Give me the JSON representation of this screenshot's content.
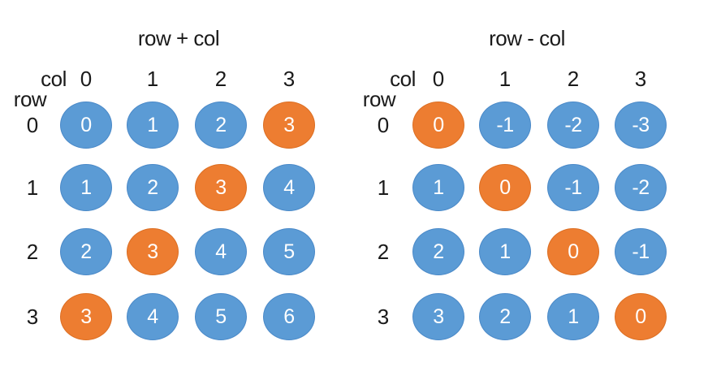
{
  "colors": {
    "background": "#ffffff",
    "label_text": "#1a1a1a",
    "value_text": "#ffffff",
    "circle_blue": "#5B9BD5",
    "circle_blue_edge": "#4a89c8",
    "circle_orange": "#ED7D31",
    "circle_orange_edge": "#dc6e22"
  },
  "grids": [
    {
      "title": "row + col",
      "col_axis_label": "col",
      "row_axis_label": "row",
      "col_headers": [
        "0",
        "1",
        "2",
        "3"
      ],
      "row_headers": [
        "0",
        "1",
        "2",
        "3"
      ],
      "values": [
        [
          "0",
          "1",
          "2",
          "3"
        ],
        [
          "1",
          "2",
          "3",
          "4"
        ],
        [
          "2",
          "3",
          "4",
          "5"
        ],
        [
          "3",
          "4",
          "5",
          "6"
        ]
      ],
      "highlight_col_by_row": [
        3,
        2,
        1,
        0
      ],
      "default_color_name": "blue",
      "highlight_color_name": "orange"
    },
    {
      "title": "row - col",
      "col_axis_label": "col",
      "row_axis_label": "row",
      "col_headers": [
        "0",
        "1",
        "2",
        "3"
      ],
      "row_headers": [
        "0",
        "1",
        "2",
        "3"
      ],
      "values": [
        [
          "0",
          "-1",
          "-2",
          "-3"
        ],
        [
          "1",
          "0",
          "-1",
          "-2"
        ],
        [
          "2",
          "1",
          "0",
          "-1"
        ],
        [
          "3",
          "2",
          "1",
          "0"
        ]
      ],
      "highlight_col_by_row": [
        0,
        1,
        2,
        3
      ],
      "default_color_name": "blue",
      "highlight_color_name": "orange"
    }
  ]
}
